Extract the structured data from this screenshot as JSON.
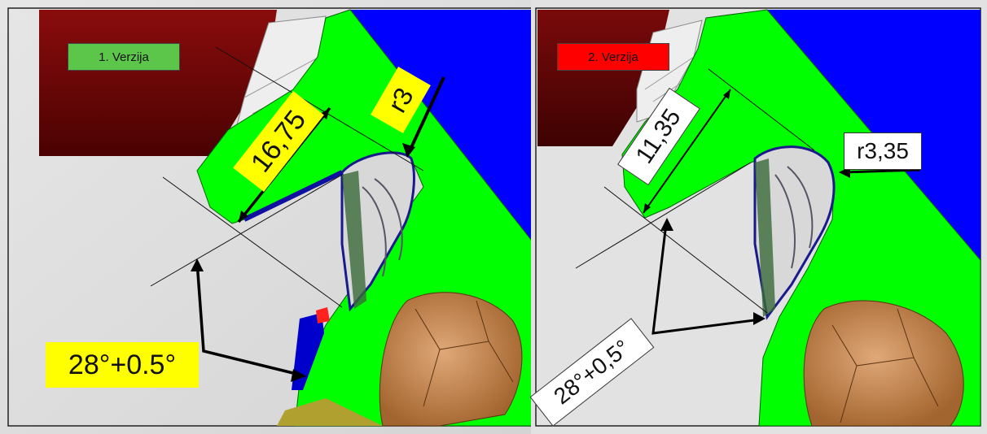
{
  "panels": [
    {
      "version_label": "1. Verzija",
      "version_color": "#5cc64a",
      "dim_main": "16,75",
      "radius": "r3",
      "angle": "28°+0.5°",
      "label_fill": "#ffff00"
    },
    {
      "version_label": "2. Verzija",
      "version_color": "#ff0000",
      "dim_main": "11,35",
      "radius": "r3,35",
      "angle": "28°+0,5°",
      "label_fill": "#ffffff"
    }
  ],
  "colors": {
    "green_part": "#00ff00",
    "blue_part": "#0000ff",
    "dark_red_part": "#7a0a0a",
    "background_grey": "#dcdcdc",
    "copper_part": "#c8874f"
  }
}
